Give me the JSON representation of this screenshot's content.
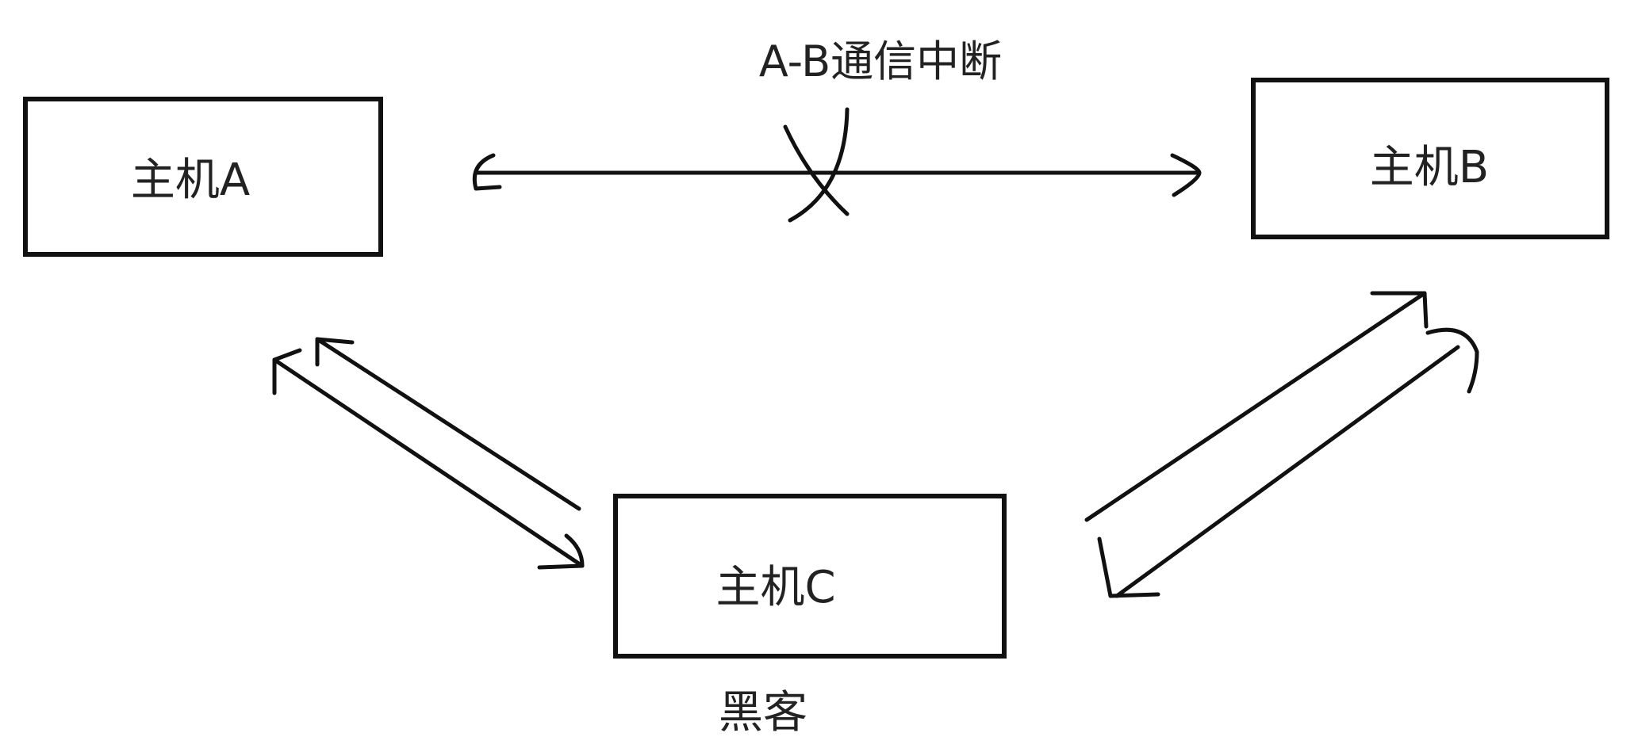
{
  "nodes": {
    "host_a": {
      "label": "主机A"
    },
    "host_b": {
      "label": "主机B"
    },
    "host_c": {
      "label": "主机C",
      "caption": "黑客"
    }
  },
  "annotations": {
    "broken_link": "A-B通信中断"
  },
  "colors": {
    "stroke": "#111111",
    "text": "#222222",
    "background": "#ffffff"
  }
}
